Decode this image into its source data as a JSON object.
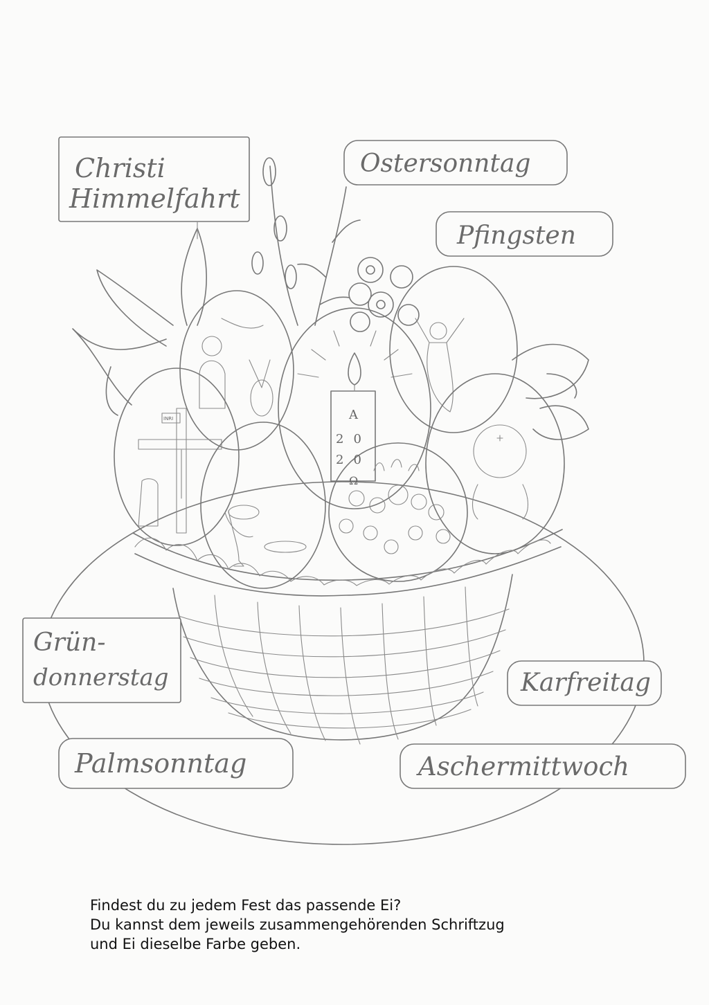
{
  "labels": {
    "christi_himmelfahrt_line1": "Christi",
    "christi_himmelfahrt_line2": "Himmelfahrt",
    "ostersonntag": "Ostersonntag",
    "pfingsten": "Pfingsten",
    "gruendonnerstag_line1": "Grün-",
    "gruendonnerstag_line2": "donnerstag",
    "karfreitag": "Karfreitag",
    "palmsonntag": "Palmsonntag",
    "aschermittwoch": "Aschermittwoch"
  },
  "candle": {
    "alpha": "A",
    "year_top": "20",
    "year_bottom": "20",
    "omega": "Ω"
  },
  "cross_sign": "INRI",
  "instructions": {
    "line1": "Findest du zu jedem Fest das passende Ei?",
    "line2": "Du kannst dem jeweils zusammengehörenden Schriftzug",
    "line3": "und Ei dieselbe Farbe geben."
  },
  "icons": {
    "plate": "plate-icon",
    "basket": "basket-icon",
    "eggs": "egg-icon"
  }
}
